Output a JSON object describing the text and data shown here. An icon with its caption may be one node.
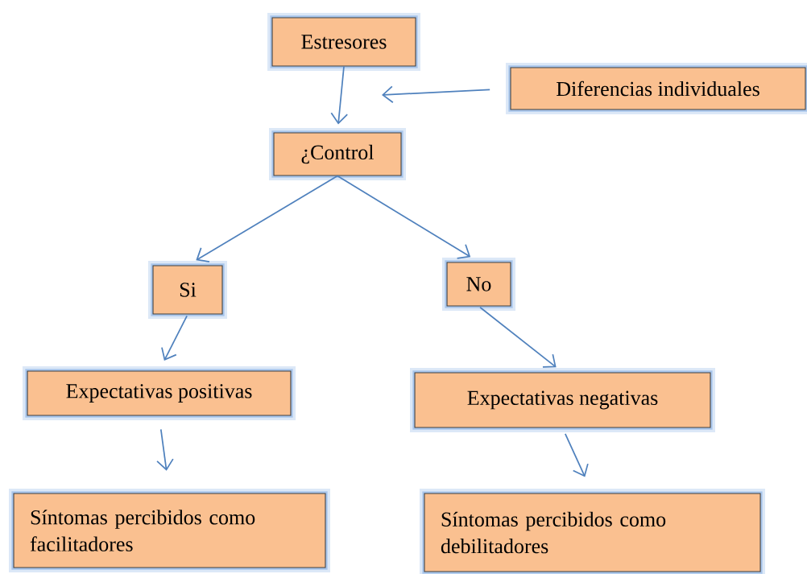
{
  "diagram": {
    "nodes": [
      {
        "text": [
          "Estresores"
        ]
      },
      {
        "text": [
          "Diferencias individuales"
        ]
      },
      {
        "text": [
          "¿Control"
        ]
      },
      {
        "text": [
          "Si"
        ]
      },
      {
        "text": [
          "No"
        ]
      },
      {
        "text": [
          "Expectativas positivas"
        ]
      },
      {
        "text": [
          "Expectativas negativas"
        ]
      },
      {
        "text": [
          "Síntomas percibidos como facilitadores"
        ]
      },
      {
        "text": [
          "Síntomas percibidos como debilitadores"
        ]
      }
    ],
    "edges": [
      {
        "from": 0,
        "to": 2,
        "arrow": "to"
      },
      {
        "from": 1,
        "to": null,
        "arrow": "to"
      },
      {
        "from": 2,
        "to": 3,
        "arrow": "to"
      },
      {
        "from": 2,
        "to": 4,
        "arrow": "to"
      },
      {
        "from": 3,
        "to": 5,
        "arrow": "to"
      },
      {
        "from": 4,
        "to": 6,
        "arrow": "to"
      },
      {
        "from": 5,
        "to": 7,
        "arrow": "to"
      },
      {
        "from": 6,
        "to": 8,
        "arrow": "to"
      }
    ]
  }
}
